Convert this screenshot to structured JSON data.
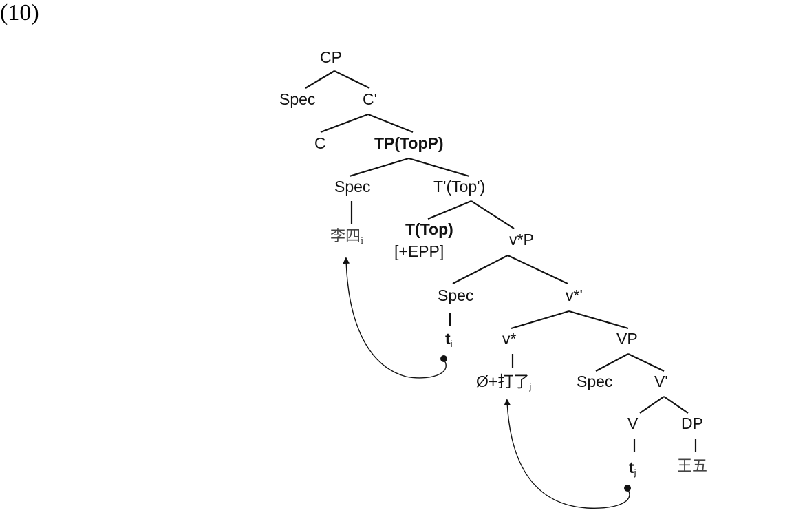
{
  "example_number": "(10)",
  "tree": {
    "cp": "CP",
    "cp_spec": "Spec",
    "c_bar": "C'",
    "c": "C",
    "tp": "TP(TopP)",
    "tp_spec": "Spec",
    "t_bar": "T'(Top')",
    "tp_spec_filler": {
      "text": "李四",
      "index": "i"
    },
    "t_head": "T(Top)",
    "t_feature": "[+EPP]",
    "vstar_p": "v*P",
    "vstar_spec": "Spec",
    "vstar_bar": "v*'",
    "trace_i": {
      "text": "t",
      "index": "i"
    },
    "vstar": "v*",
    "vp": "VP",
    "vstar_content": {
      "text": "Ø+打了",
      "index": "j"
    },
    "vp_spec": "Spec",
    "v_bar": "V'",
    "v": "V",
    "dp": "DP",
    "trace_j": {
      "text": "t",
      "index": "j"
    },
    "dp_content": "王五"
  }
}
